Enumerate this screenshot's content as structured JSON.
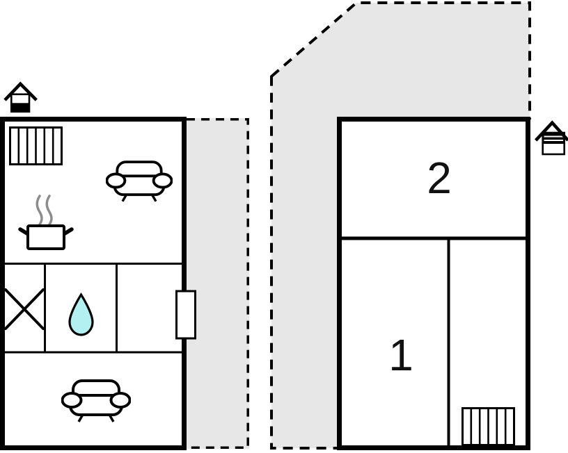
{
  "plan": {
    "type": "floor-plan",
    "colors": {
      "background": "#ffffff",
      "wall": "#000000",
      "terrace_fill": "#e7e7e7",
      "water_drop_fill": "#b2f0f2",
      "steam_gray": "#8c8c8c",
      "label_color": "#111111"
    },
    "ground_floor": {
      "marker_icon": "ground-floor-house-icon",
      "furniture": [
        "radiator",
        "sofa",
        "cooking-pot-with-steam",
        "x-cross",
        "water-drop",
        "door-opening",
        "sofa"
      ]
    },
    "upper_floor": {
      "marker_icon": "upper-floor-house-icon",
      "rooms": [
        {
          "label": "2"
        },
        {
          "label": "1"
        }
      ],
      "furniture": [
        "radiator"
      ]
    },
    "terraces": [
      "terrace-left",
      "terrace-right"
    ]
  }
}
